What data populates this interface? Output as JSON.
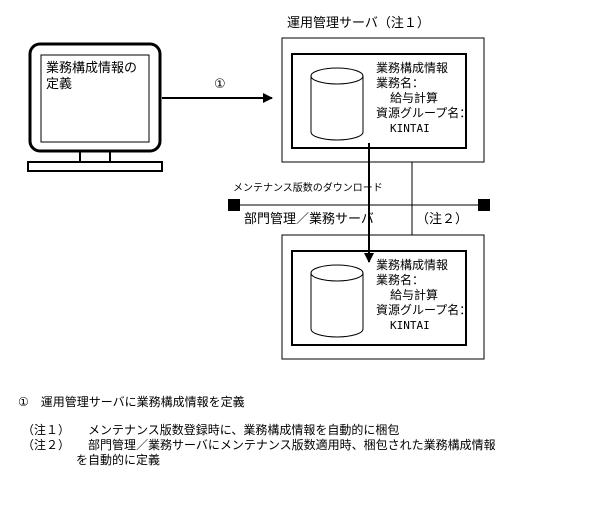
{
  "monitor": {
    "line1": "業務構成情報の",
    "line2": "定義"
  },
  "step_marker": "①",
  "ops_server": {
    "title": "運用管理サーバ（注１）",
    "info": {
      "heading": "業務構成情報",
      "job_label": "業務名：",
      "job_value": "給与計算",
      "group_label": "資源グループ名：",
      "group_value": "KINTAI"
    }
  },
  "download_label": "メンテナンス版数のダウンロード",
  "dept_server": {
    "title": "部門管理／業務サーバ",
    "note": "（注２）",
    "info": {
      "heading": "業務構成情報",
      "job_label": "業務名：",
      "job_value": "給与計算",
      "group_label": "資源グループ名：",
      "group_value": "KINTAI"
    }
  },
  "notes": {
    "step1": "①　運用管理サーバに業務構成情報を定義",
    "note1_label": "（注１）",
    "note1_text": "メンテナンス版数登録時に、業務構成情報を自動的に梱包",
    "note2_label": "（注２）",
    "note2_text": "部門管理／業務サーバにメンテナンス版数適用時、梱包された業務構成情報",
    "note2_cont": "を自動的に定義"
  }
}
